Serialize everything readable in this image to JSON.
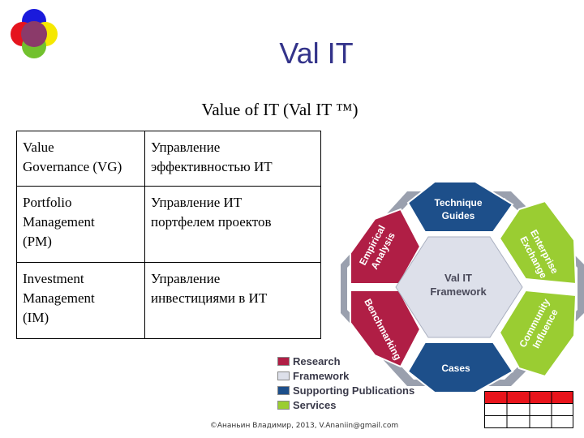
{
  "slide": {
    "title": "Val IT",
    "subtitle": "Value of IT (Val IT ™)",
    "footer": "©Ананьин Владимир, 2013, V.Ananiin@gmail.com"
  },
  "table": {
    "rows": [
      {
        "en": [
          "Value",
          "Governance (VG)"
        ],
        "ru": [
          "Управление",
          "эффективностью ИТ"
        ]
      },
      {
        "en": [
          "Portfolio",
          "Management",
          "(PM)"
        ],
        "ru": [
          "Управление ИТ",
          "портфелем проектов"
        ]
      },
      {
        "en": [
          "Investment",
          "Management",
          "(IM)"
        ],
        "ru": [
          "Управление",
          "инвестициями в ИТ"
        ]
      }
    ]
  },
  "diagram": {
    "center": [
      "Val IT",
      "Framework"
    ],
    "segments": {
      "technique_guides": [
        "Technique",
        "Guides"
      ],
      "enterprise_exchange": [
        "Enterprise",
        "Exchange"
      ],
      "community_influence": [
        "Community",
        "Influence"
      ],
      "cases": "Cases",
      "benchmarking": "Benchmarking",
      "empirical_analysis": [
        "Empirical",
        "Analysis"
      ]
    },
    "legend": [
      {
        "label": "Research",
        "color": "#b01e45"
      },
      {
        "label": "Framework",
        "color": "#dde0ea"
      },
      {
        "label": "Supporting Publications",
        "color": "#1d4f8a"
      },
      {
        "label": "Services",
        "color": "#9acd32"
      }
    ]
  },
  "colors": {
    "title": "#33338a",
    "research": "#b01e45",
    "framework": "#dde0ea",
    "publications": "#1d4f8a",
    "services": "#9acd32",
    "grid_header": "#e8141b"
  }
}
